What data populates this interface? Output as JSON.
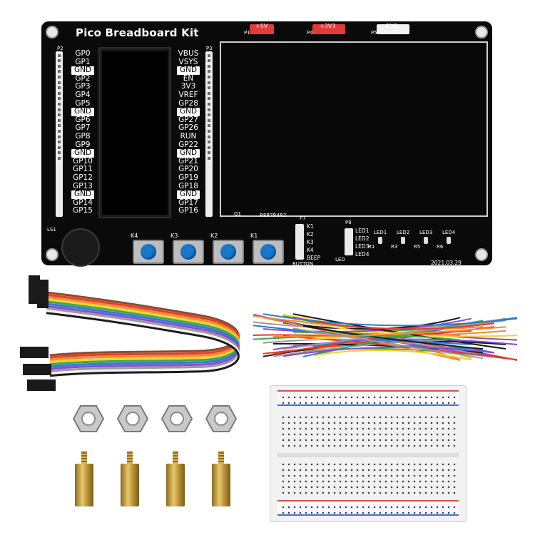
{
  "board": {
    "title": "Pico Breadboard Kit",
    "date": "2021.03.29",
    "left_header_label": "P2",
    "right_header_label": "P3",
    "left_pins": [
      "GP0",
      "GP1",
      "GND",
      "GP2",
      "GP3",
      "GP4",
      "GP5",
      "GND",
      "GP6",
      "GP7",
      "GP8",
      "GP9",
      "GND",
      "GP10",
      "GP11",
      "GP12",
      "GP13",
      "GND",
      "GP14",
      "GP15"
    ],
    "right_pins": [
      "VBUS",
      "VSYS",
      "GND",
      "EN",
      "3V3",
      "VREF",
      "GP28",
      "GND",
      "GP27",
      "GP26",
      "RUN",
      "GP22",
      "GND",
      "GP21",
      "GP20",
      "GP19",
      "GP18",
      "GND",
      "GP17",
      "GP16"
    ],
    "connectors": [
      {
        "id": "P1",
        "label": "+5V",
        "color": "#e23b3b"
      },
      {
        "id": "P4",
        "label": "+3V3",
        "color": "#e23b3b"
      },
      {
        "id": "P5",
        "label": "GND",
        "color": "#f2f2f2"
      }
    ],
    "buttons": [
      "K4",
      "K3",
      "K2",
      "K1"
    ],
    "button_header": {
      "id": "P7",
      "caption": "BUTTON",
      "labels": [
        "K1",
        "K2",
        "K3",
        "K4",
        "BEEP"
      ]
    },
    "led_header": {
      "id": "P8",
      "caption": "LED",
      "labels": [
        "LED1",
        "LED2",
        "LED3",
        "LED4"
      ]
    },
    "leds": [
      "LED1",
      "LED2",
      "LED3",
      "LED4"
    ],
    "resistors": [
      "R1",
      "R3",
      "R5",
      "R6"
    ],
    "buzzer_label": "LS1",
    "transistor_label": "Q1",
    "resistor_group_label": "R8R7R4R2"
  },
  "accessories": {
    "nut_count": 4,
    "standoff_count": 4,
    "jumper_colors": [
      "#8a4b2a",
      "#e63a2c",
      "#f08b2a",
      "#f4d02e",
      "#3aa84a",
      "#2f78d8",
      "#8a4ad1",
      "#9a9a9a",
      "#f2f2f2",
      "#1a1a1a"
    ]
  }
}
